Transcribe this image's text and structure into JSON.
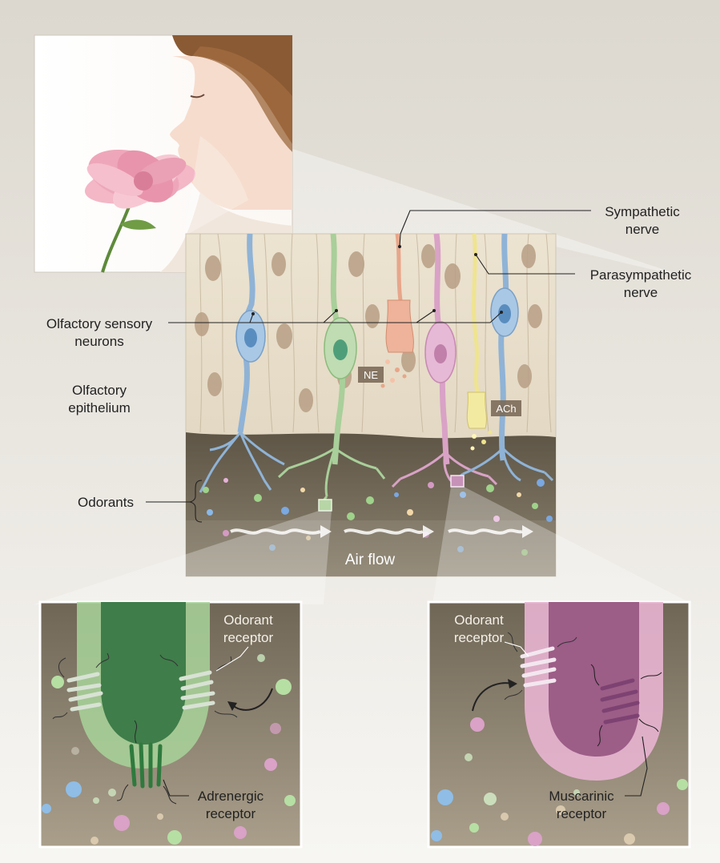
{
  "labels": {
    "sympathetic_line1": "Sympathetic",
    "sympathetic_line2": "nerve",
    "parasympathetic_line1": "Parasympathetic",
    "parasympathetic_line2": "nerve",
    "osn_line1": "Olfactory sensory",
    "osn_line2": "neurons",
    "epithelium_line1": "Olfactory",
    "epithelium_line2": "epithelium",
    "odorants": "Odorants",
    "ne": "NE",
    "ach": "ACh",
    "air_flow": "Air flow"
  },
  "inset_left": {
    "odorant_receptor_line1": "Odorant",
    "odorant_receptor_line2": "receptor",
    "adrenergic_line1": "Adrenergic",
    "adrenergic_line2": "receptor"
  },
  "inset_right": {
    "odorant_receptor_line1": "Odorant",
    "odorant_receptor_line2": "receptor",
    "muscarinic_line1": "Muscarinic",
    "muscarinic_line2": "receptor"
  },
  "colors": {
    "sensory_blue": "#8fb3d6",
    "sensory_green": "#a9cf9a",
    "sympathetic_orange": "#e7a68a",
    "sensory_pink": "#d9a2c6",
    "parasympathetic_yellow": "#efe48f",
    "mucus": "#6f6555",
    "epithelium": "#e6dcc9"
  }
}
